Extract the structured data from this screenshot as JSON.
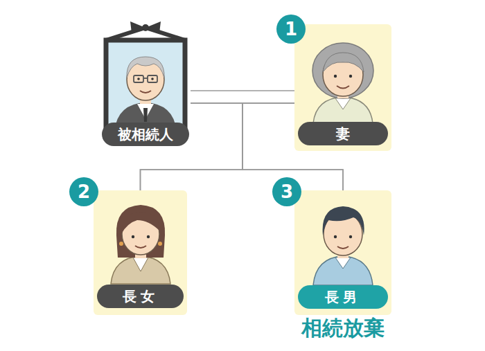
{
  "diagram": {
    "nodes": [
      {
        "text": [
          "被相続人"
        ]
      },
      {
        "text": [
          "妻"
        ]
      },
      {
        "text": [
          "長女"
        ]
      },
      {
        "text": [
          "長男",
          "相続放棄"
        ]
      }
    ],
    "edges": [
      {
        "from": 0,
        "to": 1,
        "arrow": "none"
      },
      {
        "from": 0,
        "to": 2,
        "arrow": "none"
      },
      {
        "from": 0,
        "to": 3,
        "arrow": "none"
      },
      {
        "from": 1,
        "to": 2,
        "arrow": "none"
      },
      {
        "from": 1,
        "to": 3,
        "arrow": "none"
      }
    ],
    "labels": [
      "1",
      "2",
      "3"
    ]
  }
}
